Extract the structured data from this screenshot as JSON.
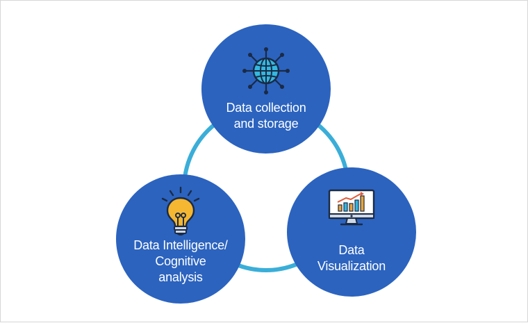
{
  "diagram": {
    "nodes": [
      {
        "id": "collection",
        "lines": [
          "Data collection",
          "and storage"
        ],
        "icon": "globe-network-icon"
      },
      {
        "id": "visualization",
        "lines": [
          "Data",
          "Visualization"
        ],
        "icon": "monitor-chart-icon"
      },
      {
        "id": "intelligence",
        "lines": [
          "Data Intelligence/",
          "Cognitive",
          "analysis"
        ],
        "icon": "lightbulb-icon"
      }
    ],
    "colors": {
      "node_fill": "#2b63bf",
      "ring_stroke": "#3aaed8",
      "label_text": "#ffffff",
      "globe_fill": "#33b8e0",
      "bulb_fill": "#f5b731",
      "border": "#d6d6d6"
    }
  }
}
